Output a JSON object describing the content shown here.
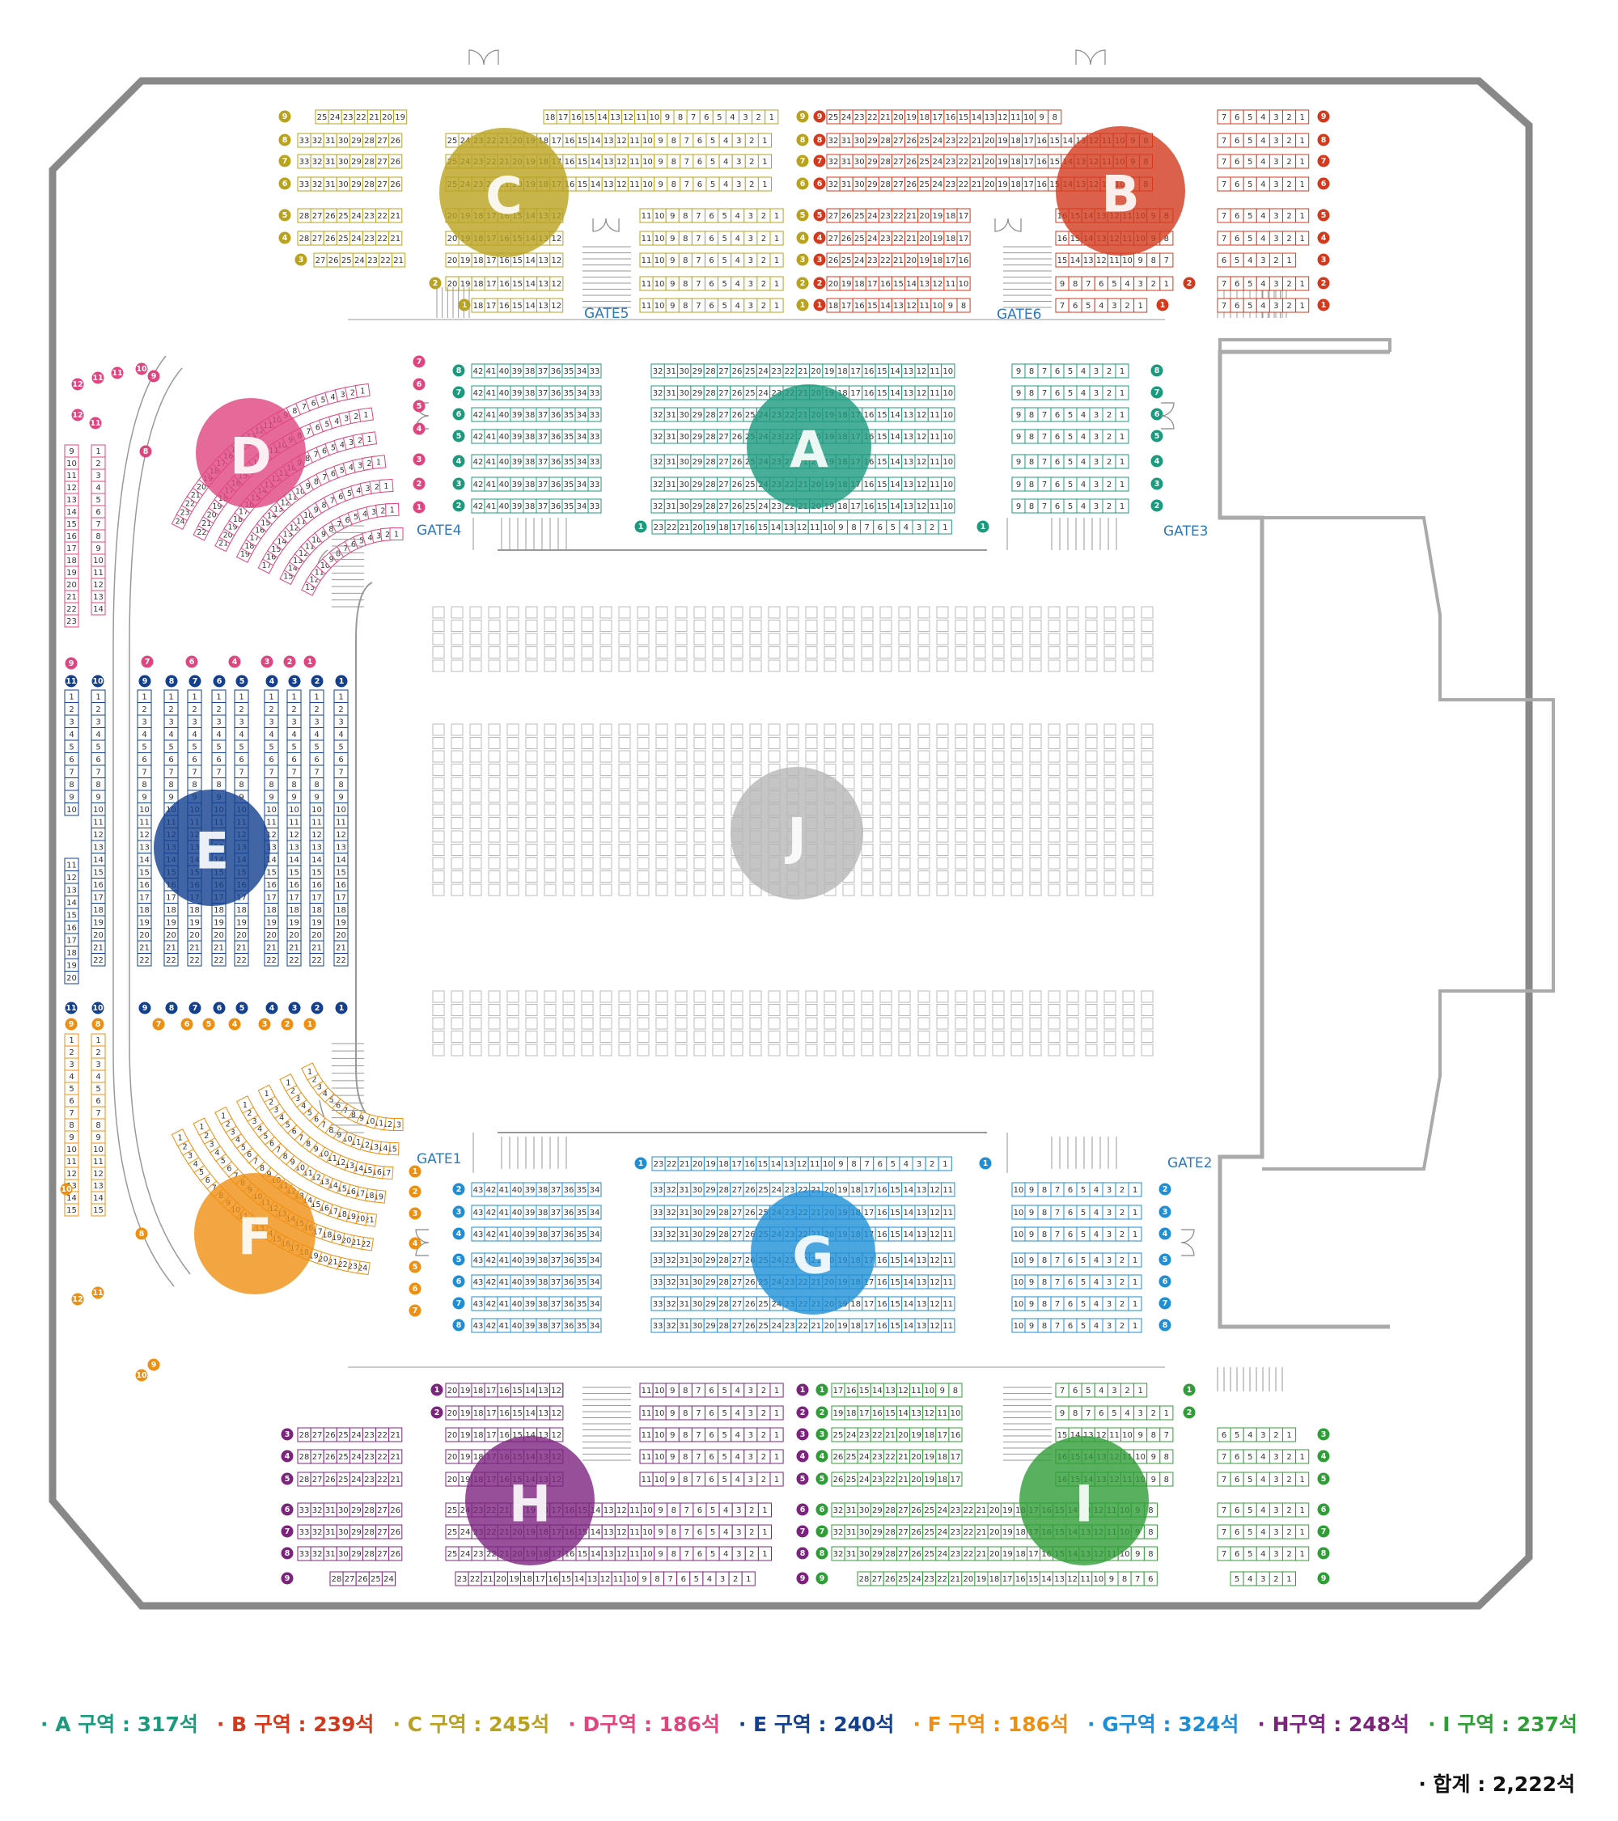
{
  "colors": {
    "A": "#1b9a7e",
    "B": "#d33a1d",
    "C": "#b9a21e",
    "D": "#e0457f",
    "E": "#123f8f",
    "F": "#ef8f10",
    "G": "#1e8ed6",
    "H": "#7c237e",
    "I": "#2f9e37",
    "J": "#b6b6b6",
    "outline": "#8a8a8a",
    "gate": "#2b79c2"
  },
  "sections": [
    {
      "id": "A",
      "label": "A",
      "color": "#1b9a7e"
    },
    {
      "id": "B",
      "label": "B",
      "color": "#d33a1d"
    },
    {
      "id": "C",
      "label": "C",
      "color": "#b9a21e"
    },
    {
      "id": "D",
      "label": "D",
      "color": "#e0457f"
    },
    {
      "id": "E",
      "label": "E",
      "color": "#123f8f"
    },
    {
      "id": "F",
      "label": "F",
      "color": "#ef8f10"
    },
    {
      "id": "G",
      "label": "G",
      "color": "#1e8ed6"
    },
    {
      "id": "H",
      "label": "H",
      "color": "#7c237e"
    },
    {
      "id": "I",
      "label": "I",
      "color": "#2f9e37"
    },
    {
      "id": "J",
      "label": "J",
      "color": "#b6b6b6"
    }
  ],
  "gates": [
    "GATE1",
    "GATE2",
    "GATE3",
    "GATE4",
    "GATE5",
    "GATE6"
  ],
  "legend": [
    {
      "text": "· A 구역 : 317석",
      "color": "#1b9a7e"
    },
    {
      "text": "· B 구역 : 239석",
      "color": "#d33a1d"
    },
    {
      "text": "· C 구역 : 245석",
      "color": "#b9a21e"
    },
    {
      "text": "· D구역 : 186석",
      "color": "#e0457f"
    },
    {
      "text": "· E 구역 : 240석",
      "color": "#123f8f"
    },
    {
      "text": "· F 구역 : 186석",
      "color": "#ef8f10"
    },
    {
      "text": "· G구역 : 324석",
      "color": "#1e8ed6"
    },
    {
      "text": "· H구역 : 248석",
      "color": "#7c237e"
    },
    {
      "text": "· I 구역 : 237석",
      "color": "#2f9e37"
    }
  ],
  "total": "· 합계 : 2,222석"
}
